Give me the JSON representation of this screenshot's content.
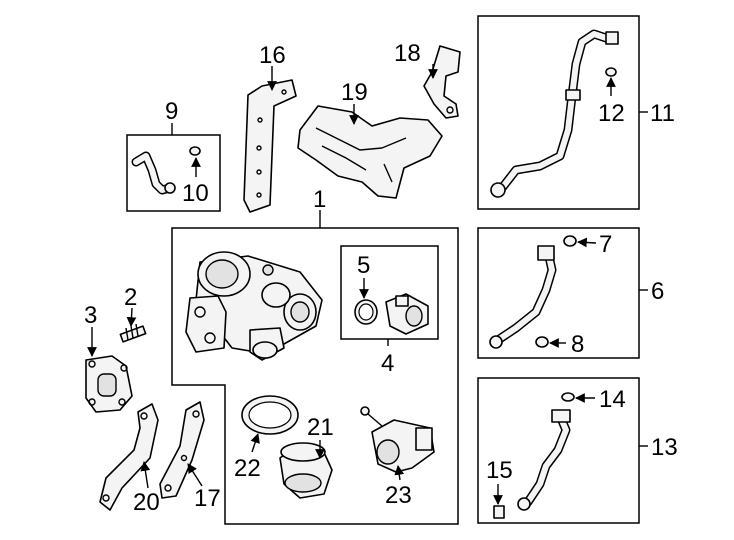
{
  "callouts": {
    "c1": "1",
    "c2": "2",
    "c3": "3",
    "c4": "4",
    "c5": "5",
    "c6": "6",
    "c7": "7",
    "c8": "8",
    "c9": "9",
    "c10": "10",
    "c11": "11",
    "c12": "12",
    "c13": "13",
    "c14": "14",
    "c15": "15",
    "c16": "16",
    "c17": "17",
    "c18": "18",
    "c19": "19",
    "c20": "20",
    "c21": "21",
    "c22": "22",
    "c23": "23"
  },
  "colors": {
    "line": "#000000",
    "part_fill": "#f4f4f4",
    "background": "#ffffff"
  }
}
